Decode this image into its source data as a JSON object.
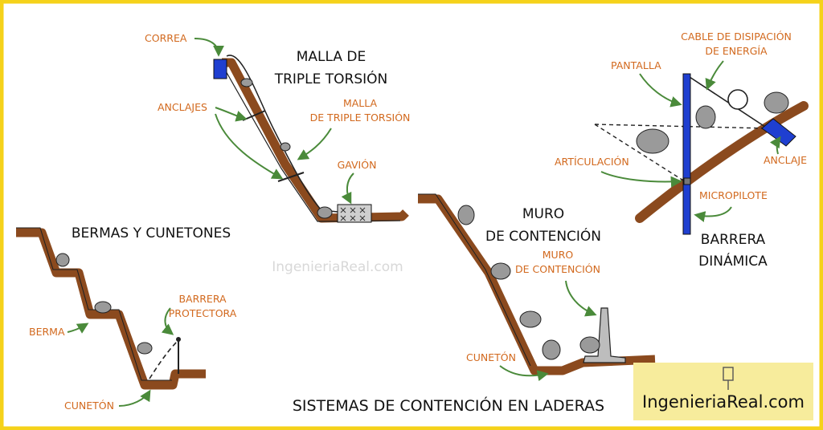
{
  "titles": {
    "malla_line1": "MALLA DE",
    "malla_line2": "TRIPLE TORSIÓN",
    "bermas": "BERMAS Y CUNETONES",
    "muro_line1": "MURO",
    "muro_line2": "DE CONTENCIÓN",
    "barrera_line1": "BARRERA",
    "barrera_line2": "DINÁMICA",
    "main": "SISTEMAS DE CONTENCIÓN EN LADERAS"
  },
  "labels": {
    "correa": "CORREA",
    "anclajes": "ANCLAJES",
    "malla_l1": "MALLA",
    "malla_l2": "DE TRIPLE TORSIÓN",
    "gavion": "GAVIÓN",
    "berma": "BERMA",
    "barrera_prot_l1": "BARRERA",
    "barrera_prot_l2": "PROTECTORA",
    "cuneton": "CUNETÓN",
    "muro_l1": "MURO",
    "muro_l2": "DE CONTENCIÓN",
    "cuneton2": "CUNETÓN",
    "cable_l1": "CABLE DE DISIPACIÓN",
    "cable_l2": "DE ENERGÍA",
    "pantalla": "PANTALLA",
    "articulacion": "ARTÍCULACIÓN",
    "anclaje": "ANCLAJE",
    "micropilote": "MICROPILOTE"
  },
  "watermark": "IngenieriaReal.com",
  "brand": "IngenieriaReal.com",
  "colors": {
    "border": "#f5d21a",
    "soil": "#8b4a1e",
    "label": "#d2691e",
    "arrow": "#4a8a3a",
    "rock": "#9a9a9a",
    "blue": "#1f3fd0",
    "brand_bg": "#f7ec9c"
  }
}
